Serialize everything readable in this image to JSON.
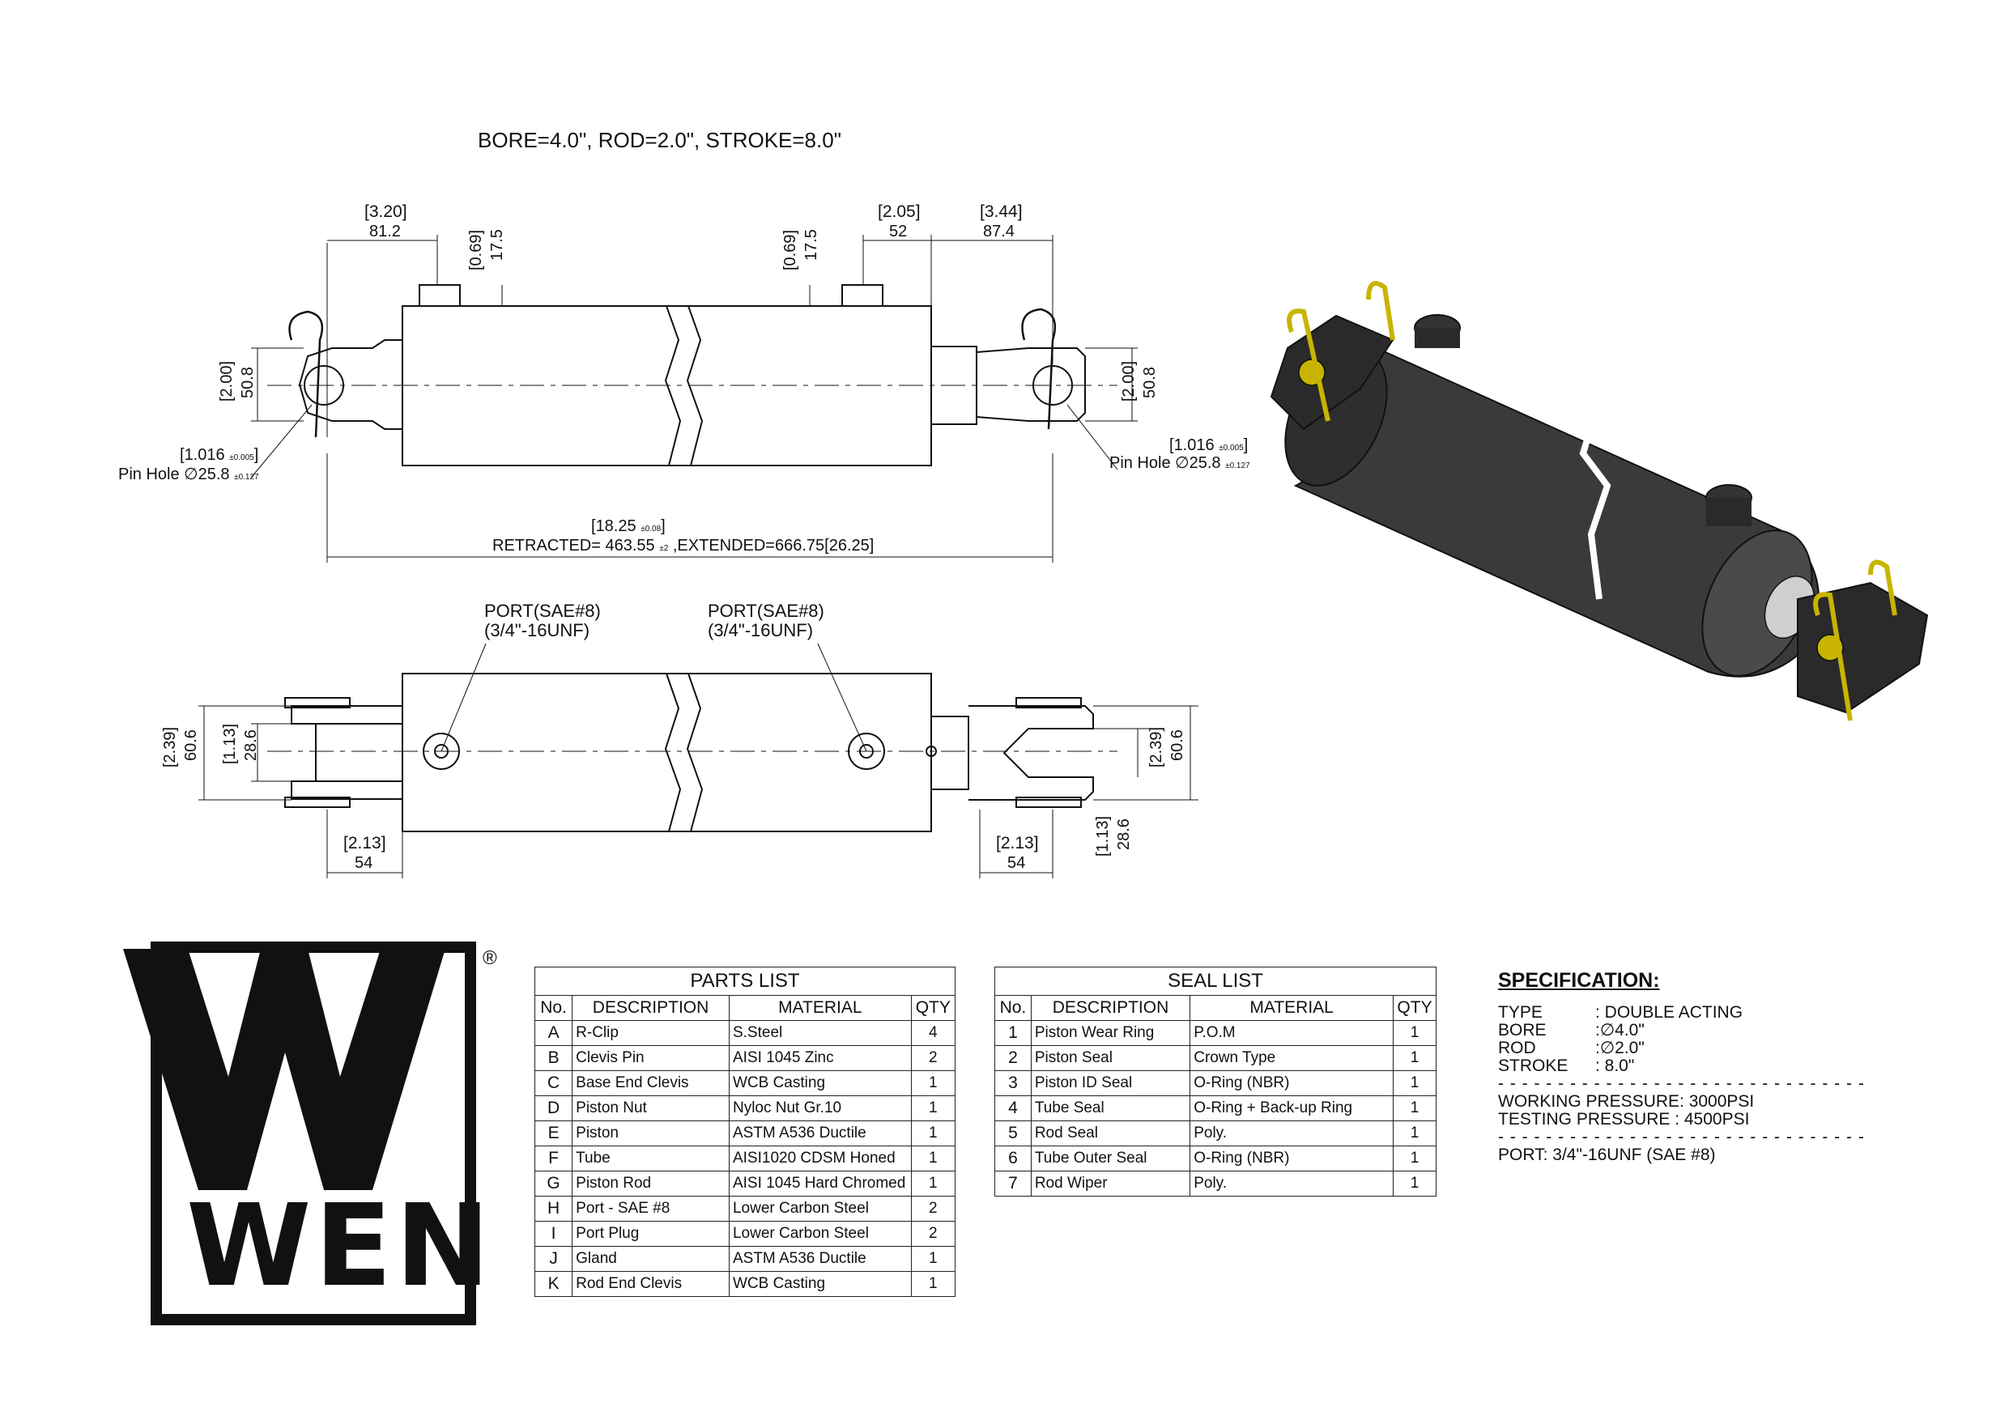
{
  "title": "BORE=4.0\", ROD=2.0\", STROKE=8.0\"",
  "dims": {
    "top_left_in": "3.20",
    "top_left_mm": "81.2",
    "port_h_in": "0.69",
    "port_h_mm": "17.5",
    "top_right_a_in": "2.05",
    "top_right_a_mm": "52",
    "top_right_b_in": "3.44",
    "top_right_b_mm": "87.4",
    "height_in": "2.00",
    "height_mm": "50.8",
    "pin_in": "1.016",
    "pin_in_tol": "±0.005",
    "pin_label": "Pin Hole",
    "pin_mm": "25.8",
    "pin_mm_tol": "±0.127",
    "len_in": "18.25",
    "len_in_tol": "±0.08",
    "retracted_label": "RETRACTED=",
    "retracted_mm": "463.55",
    "retracted_tol": "±2",
    "extended": ",EXTENDED=666.75[26.25]",
    "port_label": "PORT(SAE#8)",
    "port_thread": "(3/4\"-16UNF)",
    "clevis_w_in": "2.39",
    "clevis_w_mm": "60.6",
    "slot_in": "1.13",
    "slot_mm": "28.6",
    "clevis_d_in": "2.13",
    "clevis_d_mm": "54"
  },
  "logo": {
    "text": "WEN",
    "registered": "®"
  },
  "parts_list": {
    "title": "PARTS LIST",
    "headers": [
      "No.",
      "DESCRIPTION",
      "MATERIAL",
      "QTY"
    ],
    "rows": [
      [
        "A",
        "R-Clip",
        "S.Steel",
        "4"
      ],
      [
        "B",
        "Clevis Pin",
        "AISI 1045 Zinc",
        "2"
      ],
      [
        "C",
        "Base End Clevis",
        "WCB Casting",
        "1"
      ],
      [
        "D",
        "Piston Nut",
        "Nyloc Nut Gr.10",
        "1"
      ],
      [
        "E",
        "Piston",
        "ASTM A536 Ductile",
        "1"
      ],
      [
        "F",
        "Tube",
        "AISI1020 CDSM Honed",
        "1"
      ],
      [
        "G",
        "Piston Rod",
        "AISI 1045 Hard Chromed",
        "1"
      ],
      [
        "H",
        "Port - SAE #8",
        "Lower Carbon Steel",
        "2"
      ],
      [
        "I",
        "Port Plug",
        "Lower Carbon Steel",
        "2"
      ],
      [
        "J",
        "Gland",
        "ASTM A536 Ductile",
        "1"
      ],
      [
        "K",
        "Rod End Clevis",
        "WCB Casting",
        "1"
      ]
    ]
  },
  "seal_list": {
    "title": "SEAL LIST",
    "headers": [
      "No.",
      "DESCRIPTION",
      "MATERIAL",
      "QTY"
    ],
    "rows": [
      [
        "1",
        "Piston Wear Ring",
        "P.O.M",
        "1"
      ],
      [
        "2",
        "Piston Seal",
        "Crown Type",
        "1"
      ],
      [
        "3",
        "Piston ID Seal",
        "O-Ring (NBR)",
        "1"
      ],
      [
        "4",
        "Tube Seal",
        "O-Ring + Back-up Ring",
        "1"
      ],
      [
        "5",
        "Rod Seal",
        "Poly.",
        "1"
      ],
      [
        "6",
        "Tube Outer Seal",
        "O-Ring (NBR)",
        "1"
      ],
      [
        "7",
        "Rod Wiper",
        "Poly.",
        "1"
      ]
    ]
  },
  "spec": {
    "title": "SPECIFICATION:",
    "rows": [
      [
        "TYPE",
        ": DOUBLE ACTING"
      ],
      [
        "BORE",
        ":∅4.0\""
      ],
      [
        "ROD",
        ":∅2.0\""
      ],
      [
        "STROKE",
        ":  8.0\""
      ]
    ],
    "working": "WORKING PRESSURE:  3000PSI",
    "testing": "TESTING PRESSURE  :  4500PSI",
    "port": "PORT: 3/4\"-16UNF (SAE #8)"
  },
  "colors": {
    "ink": "#111111",
    "body": "#3a3a3a",
    "pin": "#c8b400"
  }
}
